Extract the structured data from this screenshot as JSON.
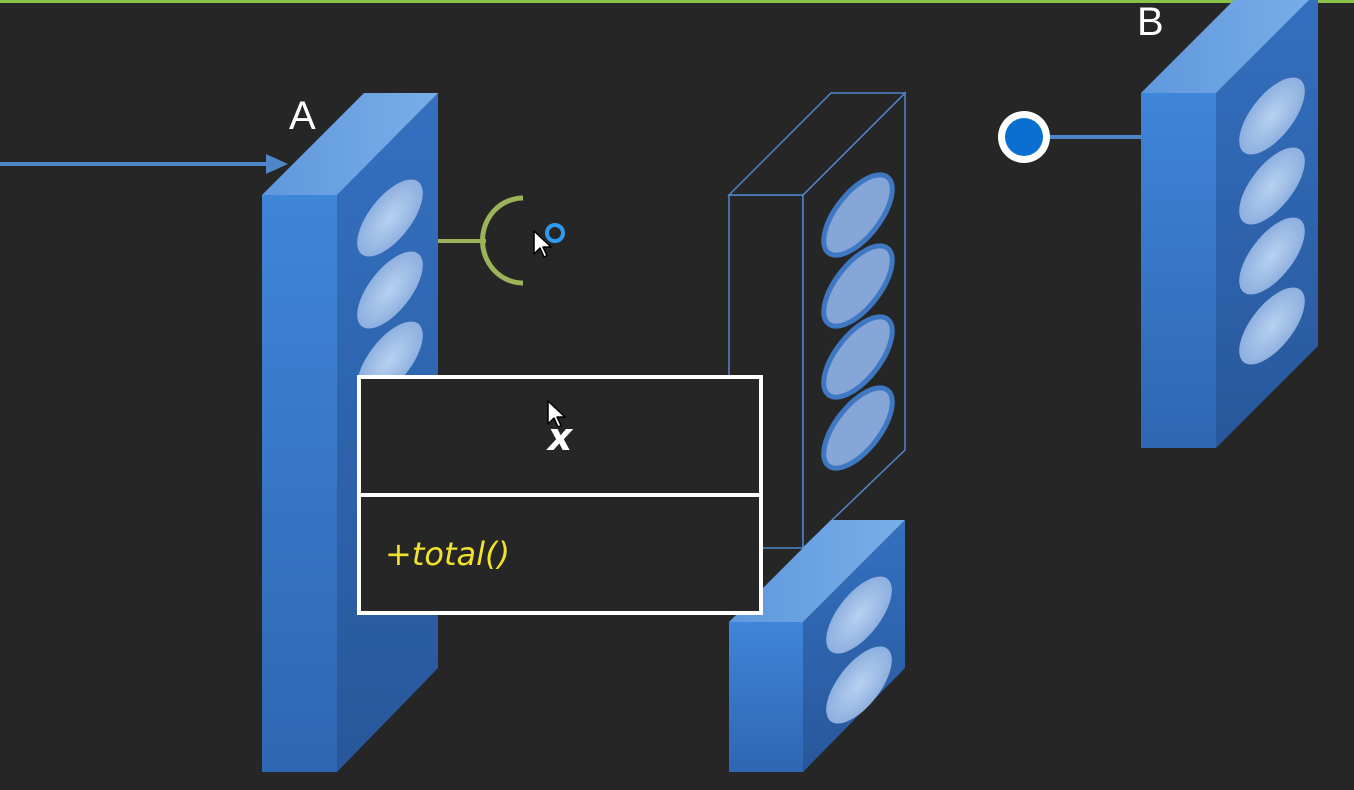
{
  "diagram": {
    "label_a": "A",
    "label_b": "B",
    "class_name": "x",
    "class_operation": "+total()"
  },
  "colors": {
    "background": "#262626",
    "top_strip": "#8bc34a",
    "block_front": "#3f7fd0",
    "block_side": "#2f64ad",
    "block_top": "#6aa3e3",
    "ellipse": "#9fbfe8",
    "outline": "#4f86c9",
    "arrow": "#4f86c9",
    "socket": "#9db35a",
    "ball_fill": "#0a6fd0",
    "text_white": "#ffffff",
    "text_yellow": "#f2e22c",
    "cursor_ring": "#2d9cf0"
  },
  "icons": {
    "cursor": "mouse-pointer-icon",
    "lollipop": "provided-interface-icon",
    "socket": "required-interface-icon"
  }
}
